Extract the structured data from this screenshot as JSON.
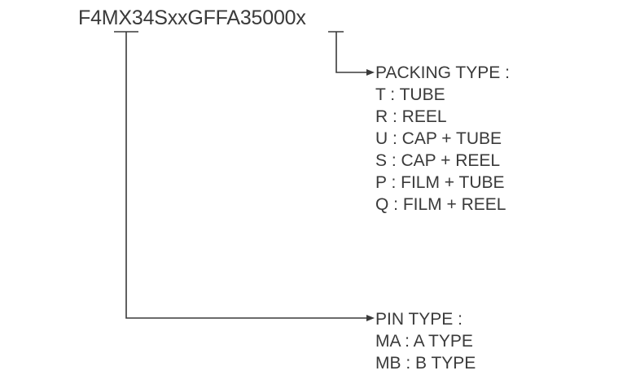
{
  "part_number": "F4MX34SxxGFFA35000x",
  "packing_type": {
    "heading": "PACKING TYPE :",
    "options": [
      "T : TUBE",
      "R : REEL",
      "U : CAP + TUBE",
      "S : CAP + REEL",
      "P : FILM + TUBE",
      "Q : FILM + REEL"
    ]
  },
  "pin_type": {
    "heading": "PIN TYPE :",
    "options": [
      "MA : A TYPE",
      "MB : B TYPE"
    ]
  }
}
